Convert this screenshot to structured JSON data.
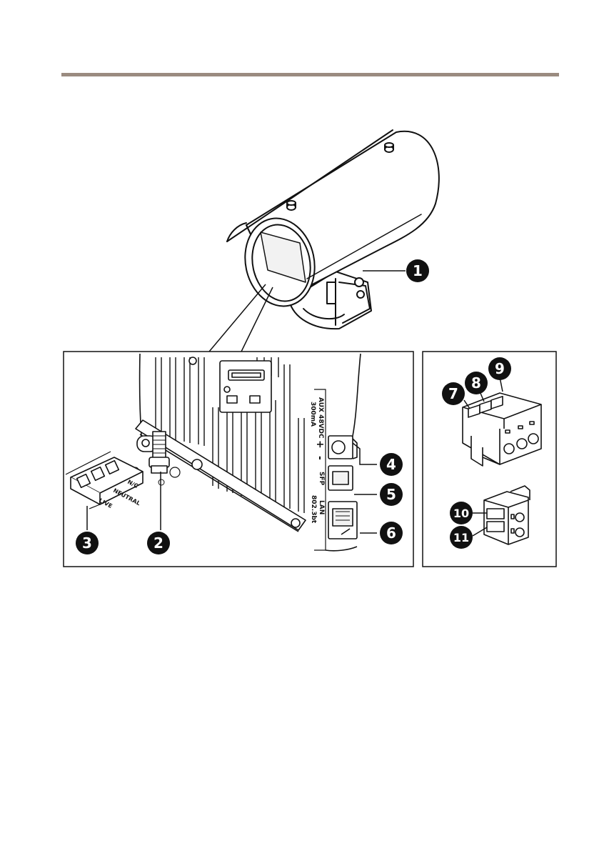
{
  "header_rule_color": "#9a8b80",
  "panel_labels": {
    "aux": "AUX 48VDC",
    "aux_current": "300mA",
    "plus": "+",
    "minus": "-",
    "sfp": "SFP",
    "lan": "LAN",
    "poe": "802.3bt",
    "nc": "N/C",
    "neutral": "NEUTRAL",
    "live": "LIVE"
  },
  "callouts": [
    {
      "id": "1",
      "label": "1"
    },
    {
      "id": "2",
      "label": "2"
    },
    {
      "id": "3",
      "label": "3"
    },
    {
      "id": "4",
      "label": "4"
    },
    {
      "id": "5",
      "label": "5"
    },
    {
      "id": "6",
      "label": "6"
    },
    {
      "id": "7",
      "label": "7"
    },
    {
      "id": "8",
      "label": "8"
    },
    {
      "id": "9",
      "label": "9"
    },
    {
      "id": "10",
      "label": "10"
    },
    {
      "id": "11",
      "label": "11"
    }
  ]
}
